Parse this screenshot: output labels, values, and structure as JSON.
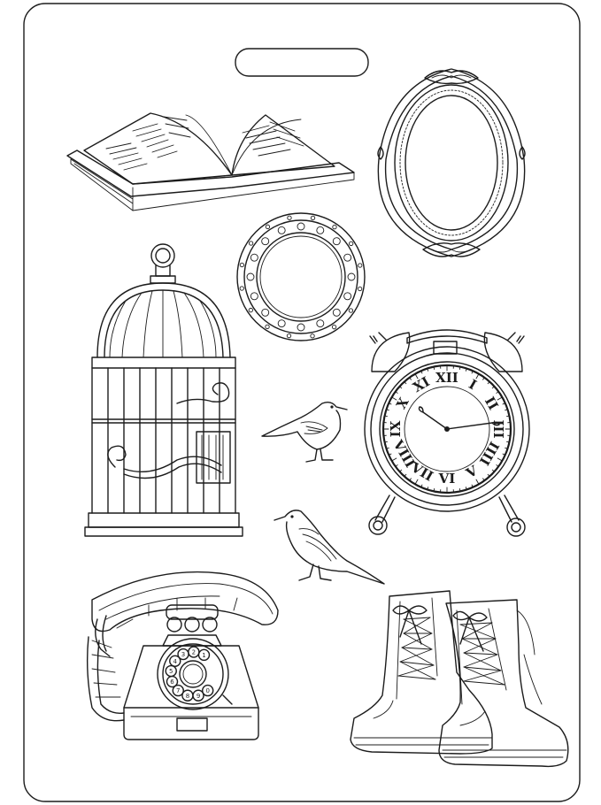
{
  "clock": {
    "numerals": [
      "XII",
      "I",
      "II",
      "III",
      "IIII",
      "V",
      "VI",
      "VII",
      "VIII",
      "IX",
      "X",
      "XI"
    ]
  },
  "telephone": {
    "dial_digits": [
      "1",
      "2",
      "3",
      "4",
      "5",
      "6",
      "7",
      "8",
      "9",
      "0"
    ]
  }
}
